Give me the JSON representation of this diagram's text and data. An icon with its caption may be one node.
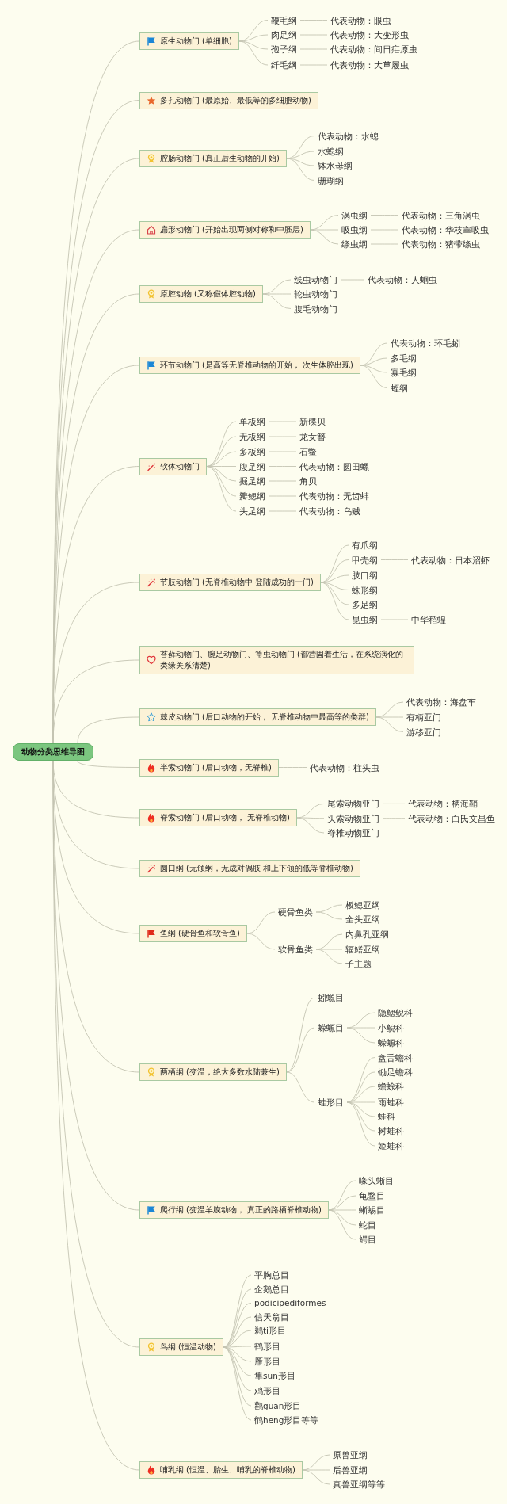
{
  "diagram": {
    "nodes": [
      {
        "text": [
          "动物分类思维导图"
        ]
      },
      {
        "text": [
          "原生动物门 (单细胞)"
        ]
      },
      {
        "text": [
          "鞭毛纲"
        ]
      },
      {
        "text": [
          "代表动物：眼虫"
        ]
      },
      {
        "text": [
          "肉足纲"
        ]
      },
      {
        "text": [
          "代表动物：大变形虫"
        ]
      },
      {
        "text": [
          "孢子纲"
        ]
      },
      {
        "text": [
          "代表动物：间日疟原虫"
        ]
      },
      {
        "text": [
          "纤毛纲"
        ]
      },
      {
        "text": [
          "代表动物：大草履虫"
        ]
      },
      {
        "text": [
          "多孔动物门 (最原始、最低等的多细胞动物)"
        ]
      },
      {
        "text": [
          "腔肠动物门 (真正后生动物的开始)"
        ]
      },
      {
        "text": [
          "代表动物：水螅"
        ]
      },
      {
        "text": [
          "水螅纲"
        ]
      },
      {
        "text": [
          "钵水母纲"
        ]
      },
      {
        "text": [
          "珊瑚纲"
        ]
      },
      {
        "text": [
          "扁形动物门 (开始出现两侧对称和中胚层)"
        ]
      },
      {
        "text": [
          "涡虫纲"
        ]
      },
      {
        "text": [
          "代表动物：三角涡虫"
        ]
      },
      {
        "text": [
          "吸虫纲"
        ]
      },
      {
        "text": [
          "代表动物：华枝睾吸虫"
        ]
      },
      {
        "text": [
          "绦虫纲"
        ]
      },
      {
        "text": [
          "代表动物：猪带绦虫"
        ]
      },
      {
        "text": [
          "原腔动物 (又称假体腔动物)"
        ]
      },
      {
        "text": [
          "线虫动物门"
        ]
      },
      {
        "text": [
          "代表动物：人蛔虫"
        ]
      },
      {
        "text": [
          "轮虫动物门"
        ]
      },
      {
        "text": [
          "腹毛动物门"
        ]
      },
      {
        "text": [
          "环节动物门 (是高等无脊椎动物的开始， 次生体腔出现)"
        ]
      },
      {
        "text": [
          "代表动物：环毛蚓"
        ]
      },
      {
        "text": [
          "多毛纲"
        ]
      },
      {
        "text": [
          "寡毛纲"
        ]
      },
      {
        "text": [
          "蛭纲"
        ]
      },
      {
        "text": [
          "软体动物门"
        ]
      },
      {
        "text": [
          "单板纲"
        ]
      },
      {
        "text": [
          "新碟贝"
        ]
      },
      {
        "text": [
          "无板纲"
        ]
      },
      {
        "text": [
          "龙女簪"
        ]
      },
      {
        "text": [
          "多板纲"
        ]
      },
      {
        "text": [
          "石鳖"
        ]
      },
      {
        "text": [
          "腹足纲"
        ]
      },
      {
        "text": [
          "代表动物：圆田螺"
        ]
      },
      {
        "text": [
          "掘足纲"
        ]
      },
      {
        "text": [
          "角贝"
        ]
      },
      {
        "text": [
          "瓣鳃纲"
        ]
      },
      {
        "text": [
          "代表动物：无齿蚌"
        ]
      },
      {
        "text": [
          "头足纲"
        ]
      },
      {
        "text": [
          "代表动物：乌贼"
        ]
      },
      {
        "text": [
          "节肢动物门 (无脊椎动物中 登陆成功的一门)"
        ]
      },
      {
        "text": [
          "有爪纲"
        ]
      },
      {
        "text": [
          "甲壳纲"
        ]
      },
      {
        "text": [
          "代表动物：日本沼虾"
        ]
      },
      {
        "text": [
          "肢口纲"
        ]
      },
      {
        "text": [
          "蛛形纲"
        ]
      },
      {
        "text": [
          "多足纲"
        ]
      },
      {
        "text": [
          "昆虫纲"
        ]
      },
      {
        "text": [
          "中华稻蝗"
        ]
      },
      {
        "text": [
          "苔藓动物门、腕足动物门、箒虫动物门 (都营固着生活，在系统演化的类缘关系清楚)"
        ]
      },
      {
        "text": [
          "棘皮动物门 (后口动物的开始， 无脊椎动物中最高等的类群)"
        ]
      },
      {
        "text": [
          "代表动物：海盘车"
        ]
      },
      {
        "text": [
          "有柄亚门"
        ]
      },
      {
        "text": [
          "游移亚门"
        ]
      },
      {
        "text": [
          "半索动物门 (后口动物，无脊椎)"
        ]
      },
      {
        "text": [
          "代表动物：柱头虫"
        ]
      },
      {
        "text": [
          "脊索动物门 (后口动物， 无脊椎动物)"
        ]
      },
      {
        "text": [
          "尾索动物亚门"
        ]
      },
      {
        "text": [
          "代表动物：柄海鞘"
        ]
      },
      {
        "text": [
          "头索动物亚门"
        ]
      },
      {
        "text": [
          "代表动物：白氏文昌鱼"
        ]
      },
      {
        "text": [
          "脊椎动物亚门"
        ]
      },
      {
        "text": [
          "圆口纲 (无颌纲，无成对偶肢 和上下颌的低等脊椎动物)"
        ]
      },
      {
        "text": [
          "鱼纲 (硬骨鱼和软骨鱼)"
        ]
      },
      {
        "text": [
          "硬骨鱼类"
        ]
      },
      {
        "text": [
          "板鳃亚纲"
        ]
      },
      {
        "text": [
          "全头亚纲"
        ]
      },
      {
        "text": [
          "软骨鱼类"
        ]
      },
      {
        "text": [
          "内鼻孔亚纲"
        ]
      },
      {
        "text": [
          "辐鳍亚纲"
        ]
      },
      {
        "text": [
          "子主题"
        ]
      },
      {
        "text": [
          "两栖纲 (变温，绝大多数水陆兼生)"
        ]
      },
      {
        "text": [
          "蚓螈目"
        ]
      },
      {
        "text": [
          "蝾螈目"
        ]
      },
      {
        "text": [
          "隐鳃鲵科"
        ]
      },
      {
        "text": [
          "小鲵科"
        ]
      },
      {
        "text": [
          "蝾螈科"
        ]
      },
      {
        "text": [
          "蛙形目"
        ]
      },
      {
        "text": [
          "盘舌蟾科"
        ]
      },
      {
        "text": [
          "锄足蟾科"
        ]
      },
      {
        "text": [
          "蟾蜍科"
        ]
      },
      {
        "text": [
          "雨蛙科"
        ]
      },
      {
        "text": [
          "蛙科"
        ]
      },
      {
        "text": [
          "树蛙科"
        ]
      },
      {
        "text": [
          "姬蛙科"
        ]
      },
      {
        "text": [
          "爬行纲 (变温羊膜动物， 真正的路栖脊椎动物)"
        ]
      },
      {
        "text": [
          "喙头蜥目"
        ]
      },
      {
        "text": [
          "龟鳖目"
        ]
      },
      {
        "text": [
          "蜥蜴目"
        ]
      },
      {
        "text": [
          "蛇目"
        ]
      },
      {
        "text": [
          "鳄目"
        ]
      },
      {
        "text": [
          "鸟纲 (恒温动物)"
        ]
      },
      {
        "text": [
          "平胸总目"
        ]
      },
      {
        "text": [
          "企鹅总目"
        ]
      },
      {
        "text": [
          "podicipediformes"
        ]
      },
      {
        "text": [
          "信天翁目"
        ]
      },
      {
        "text": [
          "鹈ti形目"
        ]
      },
      {
        "text": [
          "鹤形目"
        ]
      },
      {
        "text": [
          "雁形目"
        ]
      },
      {
        "text": [
          "隼sun形目"
        ]
      },
      {
        "text": [
          "鸡形目"
        ]
      },
      {
        "text": [
          "鹳guan形目"
        ]
      },
      {
        "text": [
          "鸻heng形目等等"
        ]
      },
      {
        "text": [
          "哺乳纲 (恒温、胎生、哺乳的脊椎动物)"
        ]
      },
      {
        "text": [
          "原兽亚纲"
        ]
      },
      {
        "text": [
          "后兽亚纲"
        ]
      },
      {
        "text": [
          "真兽亚纲等等"
        ]
      }
    ],
    "edges": [
      {
        "from": 0,
        "to": 1,
        "arrow": "none"
      },
      {
        "from": 0,
        "to": 10,
        "arrow": "none"
      },
      {
        "from": 0,
        "to": 11,
        "arrow": "none"
      },
      {
        "from": 0,
        "to": 16,
        "arrow": "none"
      },
      {
        "from": 0,
        "to": 23,
        "arrow": "none"
      },
      {
        "from": 0,
        "to": 28,
        "arrow": "none"
      },
      {
        "from": 0,
        "to": 33,
        "arrow": "none"
      },
      {
        "from": 0,
        "to": 48,
        "arrow": "none"
      },
      {
        "from": 0,
        "to": 57,
        "arrow": "none"
      },
      {
        "from": 0,
        "to": 58,
        "arrow": "none"
      },
      {
        "from": 0,
        "to": 62,
        "arrow": "none"
      },
      {
        "from": 0,
        "to": 64,
        "arrow": "none"
      },
      {
        "from": 0,
        "to": 70,
        "arrow": "none"
      },
      {
        "from": 0,
        "to": 71,
        "arrow": "none"
      },
      {
        "from": 0,
        "to": 79,
        "arrow": "none"
      },
      {
        "from": 0,
        "to": 93,
        "arrow": "none"
      },
      {
        "from": 0,
        "to": 99,
        "arrow": "none"
      },
      {
        "from": 0,
        "to": 111,
        "arrow": "none"
      },
      {
        "from": 1,
        "to": 2,
        "arrow": "none"
      },
      {
        "from": 1,
        "to": 4,
        "arrow": "none"
      },
      {
        "from": 1,
        "to": 6,
        "arrow": "none"
      },
      {
        "from": 1,
        "to": 8,
        "arrow": "none"
      },
      {
        "from": 2,
        "to": 3,
        "arrow": "none"
      },
      {
        "from": 4,
        "to": 5,
        "arrow": "none"
      },
      {
        "from": 6,
        "to": 7,
        "arrow": "none"
      },
      {
        "from": 8,
        "to": 9,
        "arrow": "none"
      },
      {
        "from": 11,
        "to": 12,
        "arrow": "none"
      },
      {
        "from": 11,
        "to": 13,
        "arrow": "none"
      },
      {
        "from": 11,
        "to": 14,
        "arrow": "none"
      },
      {
        "from": 11,
        "to": 15,
        "arrow": "none"
      },
      {
        "from": 16,
        "to": 17,
        "arrow": "none"
      },
      {
        "from": 16,
        "to": 19,
        "arrow": "none"
      },
      {
        "from": 16,
        "to": 21,
        "arrow": "none"
      },
      {
        "from": 17,
        "to": 18,
        "arrow": "none"
      },
      {
        "from": 19,
        "to": 20,
        "arrow": "none"
      },
      {
        "from": 21,
        "to": 22,
        "arrow": "none"
      },
      {
        "from": 23,
        "to": 24,
        "arrow": "none"
      },
      {
        "from": 23,
        "to": 26,
        "arrow": "none"
      },
      {
        "from": 23,
        "to": 27,
        "arrow": "none"
      },
      {
        "from": 24,
        "to": 25,
        "arrow": "none"
      },
      {
        "from": 28,
        "to": 29,
        "arrow": "none"
      },
      {
        "from": 28,
        "to": 30,
        "arrow": "none"
      },
      {
        "from": 28,
        "to": 31,
        "arrow": "none"
      },
      {
        "from": 28,
        "to": 32,
        "arrow": "none"
      },
      {
        "from": 33,
        "to": 34,
        "arrow": "none"
      },
      {
        "from": 33,
        "to": 36,
        "arrow": "none"
      },
      {
        "from": 33,
        "to": 38,
        "arrow": "none"
      },
      {
        "from": 33,
        "to": 40,
        "arrow": "none"
      },
      {
        "from": 33,
        "to": 42,
        "arrow": "none"
      },
      {
        "from": 33,
        "to": 44,
        "arrow": "none"
      },
      {
        "from": 33,
        "to": 46,
        "arrow": "none"
      },
      {
        "from": 34,
        "to": 35,
        "arrow": "none"
      },
      {
        "from": 36,
        "to": 37,
        "arrow": "none"
      },
      {
        "from": 38,
        "to": 39,
        "arrow": "none"
      },
      {
        "from": 40,
        "to": 41,
        "arrow": "none"
      },
      {
        "from": 42,
        "to": 43,
        "arrow": "none"
      },
      {
        "from": 44,
        "to": 45,
        "arrow": "none"
      },
      {
        "from": 46,
        "to": 47,
        "arrow": "none"
      },
      {
        "from": 48,
        "to": 49,
        "arrow": "none"
      },
      {
        "from": 48,
        "to": 50,
        "arrow": "none"
      },
      {
        "from": 48,
        "to": 52,
        "arrow": "none"
      },
      {
        "from": 48,
        "to": 53,
        "arrow": "none"
      },
      {
        "from": 48,
        "to": 54,
        "arrow": "none"
      },
      {
        "from": 48,
        "to": 55,
        "arrow": "none"
      },
      {
        "from": 50,
        "to": 51,
        "arrow": "none"
      },
      {
        "from": 55,
        "to": 56,
        "arrow": "none"
      },
      {
        "from": 58,
        "to": 59,
        "arrow": "none"
      },
      {
        "from": 58,
        "to": 60,
        "arrow": "none"
      },
      {
        "from": 58,
        "to": 61,
        "arrow": "none"
      },
      {
        "from": 62,
        "to": 63,
        "arrow": "none"
      },
      {
        "from": 64,
        "to": 65,
        "arrow": "none"
      },
      {
        "from": 64,
        "to": 67,
        "arrow": "none"
      },
      {
        "from": 64,
        "to": 69,
        "arrow": "none"
      },
      {
        "from": 65,
        "to": 66,
        "arrow": "none"
      },
      {
        "from": 67,
        "to": 68,
        "arrow": "none"
      },
      {
        "from": 71,
        "to": 72,
        "arrow": "none"
      },
      {
        "from": 71,
        "to": 75,
        "arrow": "none"
      },
      {
        "from": 72,
        "to": 73,
        "arrow": "none"
      },
      {
        "from": 72,
        "to": 74,
        "arrow": "none"
      },
      {
        "from": 75,
        "to": 76,
        "arrow": "none"
      },
      {
        "from": 75,
        "to": 77,
        "arrow": "none"
      },
      {
        "from": 75,
        "to": 78,
        "arrow": "none"
      },
      {
        "from": 79,
        "to": 80,
        "arrow": "none"
      },
      {
        "from": 79,
        "to": 81,
        "arrow": "none"
      },
      {
        "from": 79,
        "to": 85,
        "arrow": "none"
      },
      {
        "from": 81,
        "to": 82,
        "arrow": "none"
      },
      {
        "from": 81,
        "to": 83,
        "arrow": "none"
      },
      {
        "from": 81,
        "to": 84,
        "arrow": "none"
      },
      {
        "from": 85,
        "to": 86,
        "arrow": "none"
      },
      {
        "from": 85,
        "to": 87,
        "arrow": "none"
      },
      {
        "from": 85,
        "to": 88,
        "arrow": "none"
      },
      {
        "from": 85,
        "to": 89,
        "arrow": "none"
      },
      {
        "from": 85,
        "to": 90,
        "arrow": "none"
      },
      {
        "from": 85,
        "to": 91,
        "arrow": "none"
      },
      {
        "from": 85,
        "to": 92,
        "arrow": "none"
      },
      {
        "from": 93,
        "to": 94,
        "arrow": "none"
      },
      {
        "from": 93,
        "to": 95,
        "arrow": "none"
      },
      {
        "from": 93,
        "to": 96,
        "arrow": "none"
      },
      {
        "from": 93,
        "to": 97,
        "arrow": "none"
      },
      {
        "from": 93,
        "to": 98,
        "arrow": "none"
      },
      {
        "from": 99,
        "to": 100,
        "arrow": "none"
      },
      {
        "from": 99,
        "to": 101,
        "arrow": "none"
      },
      {
        "from": 99,
        "to": 102,
        "arrow": "none"
      },
      {
        "from": 99,
        "to": 103,
        "arrow": "none"
      },
      {
        "from": 99,
        "to": 104,
        "arrow": "none"
      },
      {
        "from": 99,
        "to": 105,
        "arrow": "none"
      },
      {
        "from": 99,
        "to": 106,
        "arrow": "none"
      },
      {
        "from": 99,
        "to": 107,
        "arrow": "none"
      },
      {
        "from": 99,
        "to": 108,
        "arrow": "none"
      },
      {
        "from": 99,
        "to": 109,
        "arrow": "none"
      },
      {
        "from": 99,
        "to": 110,
        "arrow": "none"
      },
      {
        "from": 111,
        "to": 112,
        "arrow": "none"
      },
      {
        "from": 111,
        "to": 113,
        "arrow": "none"
      },
      {
        "from": 111,
        "to": 114,
        "arrow": "none"
      }
    ]
  }
}
